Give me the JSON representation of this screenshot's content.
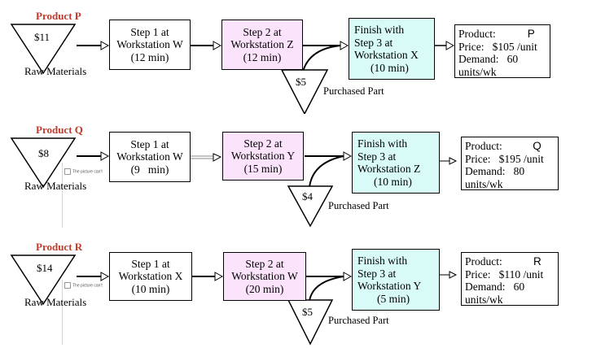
{
  "products": [
    {
      "title": "Product P",
      "raw_cost": "$11",
      "raw_label": "Raw Materials",
      "step1": {
        "line1": "Step 1 at",
        "line2": "Workstation W",
        "line3": "(12 min)"
      },
      "step2": {
        "line1": "Step 2 at",
        "line2": "Workstation Z",
        "line3": "(12 min)"
      },
      "step3": {
        "line1": "Finish with",
        "line2": "Step 3 at",
        "line3": "Workstation X",
        "line4": "(10 min)"
      },
      "part_cost": "$5",
      "part_label": "Purchased Part",
      "info": {
        "product_label": "Product:",
        "product": "P",
        "price_label": "Price:",
        "price_amount": "$105",
        "price_unit": "/unit",
        "demand_label": "Demand:",
        "demand": "60",
        "demand_unit": "units/wk"
      }
    },
    {
      "title": "Product Q",
      "raw_cost": "$8",
      "raw_label": "Raw Materials",
      "step1": {
        "line1": "Step 1 at",
        "line2": "Workstation W",
        "line3": "(9   min)"
      },
      "step2": {
        "line1": "Step 2 at",
        "line2": "Workstation Y",
        "line3": "(15 min)"
      },
      "step3": {
        "line1": "Finish with",
        "line2": "Step 3 at",
        "line3": "Workstation Z",
        "line4": "(10 min)"
      },
      "part_cost": "$4",
      "part_label": "Purchased Part",
      "info": {
        "product_label": "Product:",
        "product": "Q",
        "price_label": "Price:",
        "price_amount": "$195",
        "price_unit": "/unit",
        "demand_label": "Demand:",
        "demand": "80",
        "demand_unit": "units/wk"
      }
    },
    {
      "title": "Product R",
      "raw_cost": "$14",
      "raw_label": "Raw Materials",
      "step1": {
        "line1": "Step 1 at",
        "line2": "Workstation X",
        "line3": "(10 min)"
      },
      "step2": {
        "line1": "Step 2 at",
        "line2": "Workstation W",
        "line3": "(20 min)"
      },
      "step3": {
        "line1": "Finish with",
        "line2": "Step 3 at",
        "line3": "Workstation Y",
        "line4": "(5 min)"
      },
      "part_cost": "$5",
      "part_label": "Purchased Part",
      "info": {
        "product_label": "Product:",
        "product": "R",
        "price_label": "Price:",
        "price_amount": "$110",
        "price_unit": "/unit",
        "demand_label": "Demand:",
        "demand": "60",
        "demand_unit": "units/wk"
      }
    }
  ],
  "broken_image_text": "The picture can't"
}
